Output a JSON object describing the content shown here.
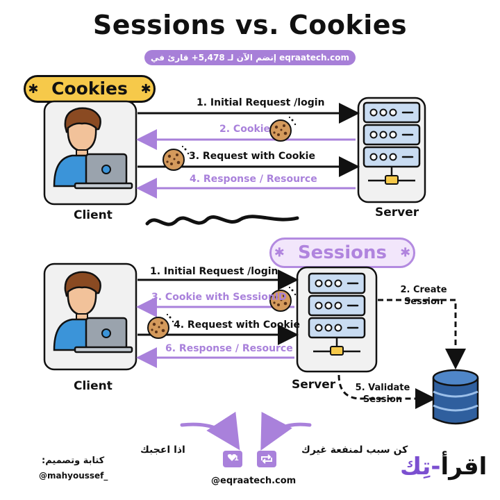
{
  "title": "Sessions vs. Cookies",
  "banner": "إنضم الآن لـ 5,478+ قارئ في eqraatech.com",
  "cookies": {
    "heading": "Cookies",
    "client_label": "Client",
    "server_label": "Server",
    "steps": [
      "1.  Initial Request /login",
      "2. Cookie",
      "3. Request with Cookie",
      "4. Response / Resource"
    ]
  },
  "sessions": {
    "heading": "Sessions",
    "client_label": "Client",
    "server_label": "Server",
    "steps": [
      "1. Initial Request /login",
      "3. Cookie with SessionID",
      "4. Request with Cookie",
      "6. Response / Resource"
    ],
    "create_line1": "2. Create",
    "create_line2": "Session",
    "validate_line1": "5. Validate",
    "validate_line2": "Session"
  },
  "footer": {
    "like_text": "اذا اعجبك",
    "share_text": "كن سبب لمنفعة غيرك",
    "credit_line1": "كتابة وتصميم:",
    "credit_line2": "@mahyoussef_",
    "handle": "@eqraatech.com",
    "like_count": "1",
    "logo_part1": "اقرأ",
    "logo_part2": "-تِك"
  },
  "colors": {
    "accent_purple": "#a981db",
    "cookie_yellow": "#f6c94a",
    "server_blue": "#c9dcf2",
    "database_blue": "#2f5f9e"
  }
}
